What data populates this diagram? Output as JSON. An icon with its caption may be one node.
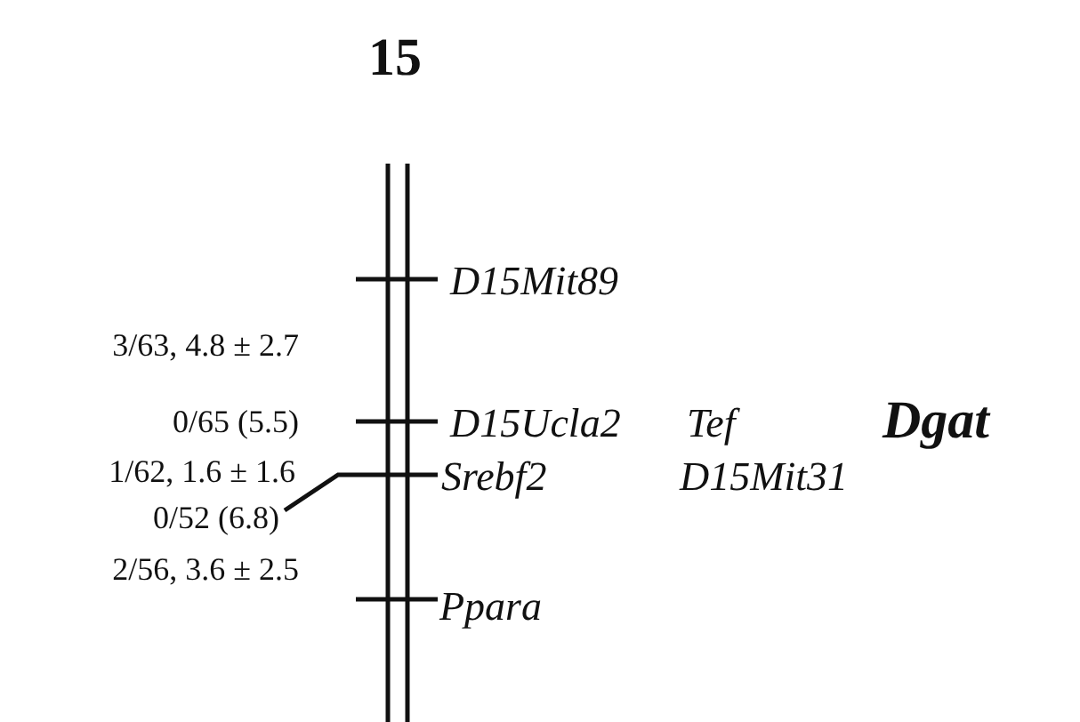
{
  "diagram": {
    "title": "15",
    "nodes": [
      {
        "text": [
          "0/52 (6.8)"
        ]
      },
      {
        "text": [],
        "shape": "bar"
      }
    ],
    "edges": [
      {
        "from": 0,
        "to": 1,
        "arrow": "none"
      }
    ],
    "labels": [
      "D15Mit89",
      "3/63, 4.8 ± 2.7",
      "0/65 (5.5)",
      "D15Ucla2",
      "Tef",
      "Dgat",
      "1/62, 1.6 ± 1.6",
      "Srebf2",
      "D15Mit31",
      "2/56, 3.6 ± 2.5",
      "Ppara"
    ]
  }
}
